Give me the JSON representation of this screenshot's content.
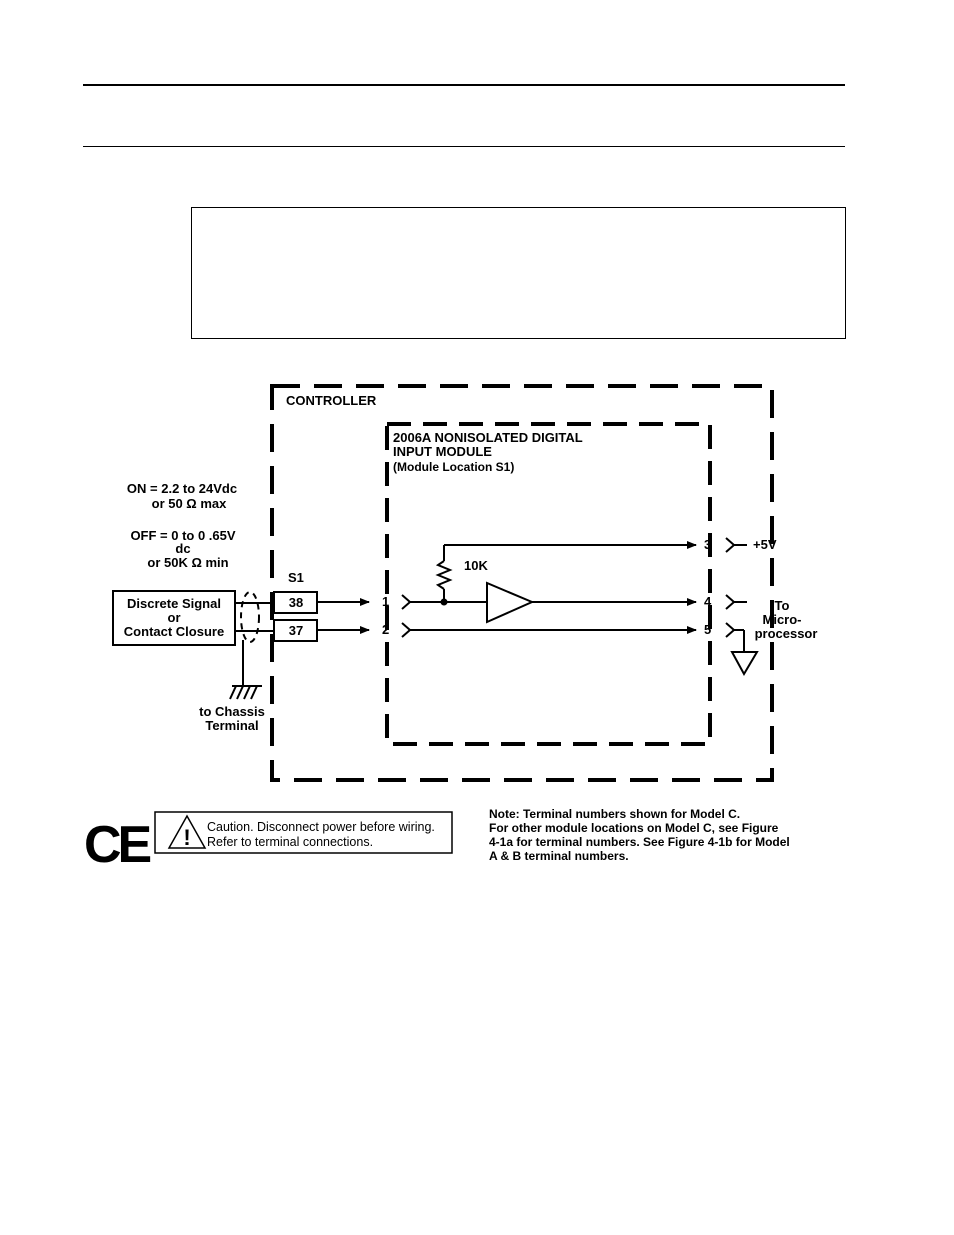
{
  "header": {},
  "diagram": {
    "controller_label": "CONTROLLER",
    "module_title_1": "2006A NONISOLATED DIGITAL",
    "module_title_2": "INPUT MODULE",
    "module_location": "(Module Location S1)",
    "on_spec_1": "ON = 2.2 to 24Vdc",
    "on_spec_2": "or 50 Ω max",
    "off_spec_1": "OFF = 0  to 0 .65V",
    "off_spec_2": "dc",
    "off_spec_3": "or 50K Ω min",
    "s1_label": "S1",
    "terminal_top": "38",
    "terminal_bottom": "37",
    "source_line_1": "Discrete Signal",
    "source_line_2": "or",
    "source_line_3": "Contact Closure",
    "chassis_line_1": "to Chassis",
    "chassis_line_2": "Terminal",
    "pin_1": "1",
    "pin_2": "2",
    "pin_3": "3",
    "pin_4": "4",
    "pin_5": "5",
    "resistor_label": "10K",
    "supply_label": "+5V",
    "dest_line_1": "To",
    "dest_line_2": "Micro-",
    "dest_line_3": "processor"
  },
  "footer": {
    "ce_mark": "CE",
    "caution_line_1": "Caution. Disconnect power before wiring.",
    "caution_line_2": "Refer to terminal connections.",
    "caution_symbol": "!",
    "note_line_1": "Note: Terminal numbers shown for Model C.",
    "note_line_2": "For other module locations on Model C, see Figure",
    "note_line_3": "4-1a for terminal numbers. See Figure 4-1b for Model",
    "note_line_4": "A & B terminal numbers."
  }
}
